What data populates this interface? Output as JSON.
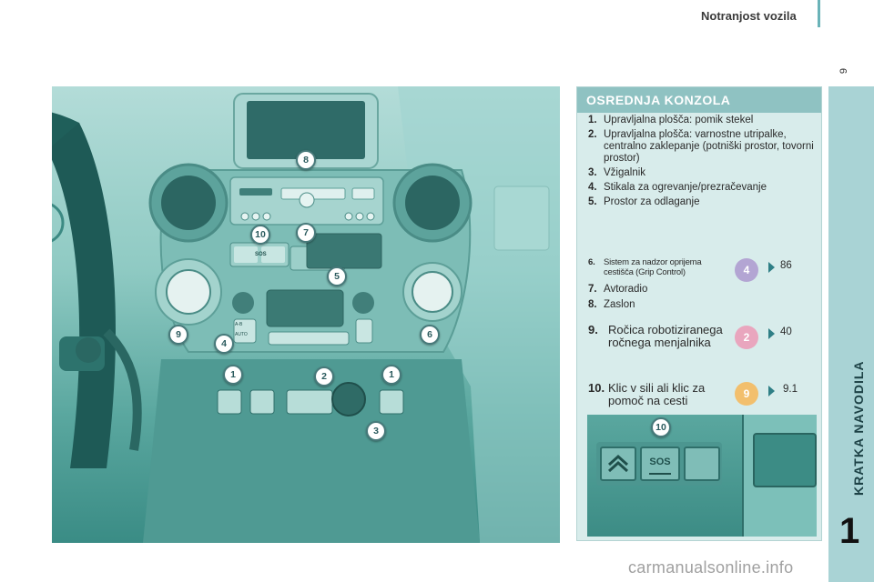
{
  "header": {
    "section_title": "Notranjost vozila",
    "page_number": "9"
  },
  "sidebar": {
    "chapter_title": "KRATKA NAVODILA",
    "chapter_number": "1"
  },
  "panel": {
    "title": "OSREDNJA KONZOLA",
    "items": [
      {
        "num": "1.",
        "text": "Upravljalna plošča: pomik stekel"
      },
      {
        "num": "2.",
        "text": "Upravljalna plošča: varnostne utripalke, centralno zaklepanje (potniški prostor, tovorni prostor)"
      },
      {
        "num": "3.",
        "text": "Vžigalnik"
      },
      {
        "num": "4.",
        "text": "Stikala za ogrevanje/prezračevanje"
      },
      {
        "num": "5.",
        "text": "Prostor za odlaganje"
      },
      {
        "num": "6.",
        "text": "Sistem za nadzor oprijema cestišča (Grip Control)"
      },
      {
        "num": "7.",
        "text": "Avtoradio"
      },
      {
        "num": "8.",
        "text": "Zaslon"
      },
      {
        "num": "9.",
        "text": "Ročica robotiziranega ročnega menjalnika"
      },
      {
        "num": "10.",
        "text": "Klic v sili ali klic za pomoč na cesti"
      }
    ],
    "refs": [
      {
        "chapter": "4",
        "page": "86",
        "color": "#b3a5d3"
      },
      {
        "chapter": "2",
        "page": "40",
        "color": "#e9a6be"
      },
      {
        "chapter": "9",
        "page": "9.1",
        "color": "#f2bf6d"
      }
    ]
  },
  "photo": {
    "callouts": [
      "8",
      "10",
      "7",
      "5",
      "9",
      "4",
      "6",
      "1",
      "2",
      "1",
      "3"
    ],
    "labels": {
      "sos": "SOS",
      "auto": "AUTO",
      "ab": "A-B"
    }
  },
  "inset": {
    "callout": "10",
    "sos_label": "SOS"
  },
  "watermark": "carmanualsonline.info"
}
